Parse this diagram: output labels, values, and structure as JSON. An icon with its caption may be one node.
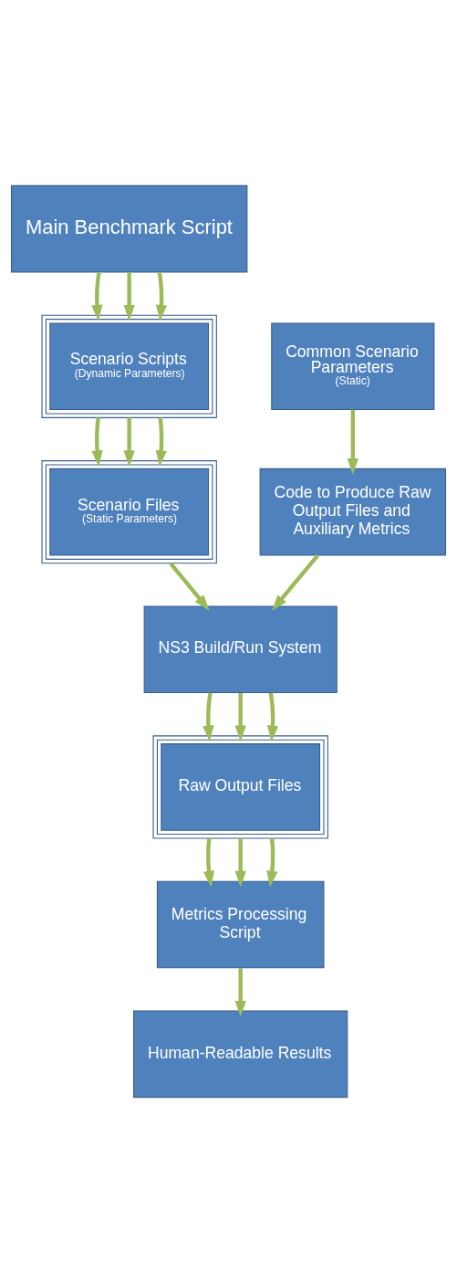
{
  "diagram": {
    "nodes": [
      {
        "text": [
          "Main Benchmark Script"
        ]
      },
      {
        "text": [
          "Common Scenario Parameters",
          "(Static)"
        ]
      },
      {
        "text": [
          "Scenario Scripts",
          "(Dynamic Parameters)"
        ]
      },
      {
        "text": [
          "Code to Produce Raw Output Files and Auxiliary Metrics"
        ]
      },
      {
        "text": [
          "Scenario Files",
          "(Static Parameters)"
        ]
      },
      {
        "text": [
          "NS3 Build/Run System"
        ]
      },
      {
        "text": [
          "Raw Output Files"
        ]
      },
      {
        "text": [
          "Metrics Processing Script"
        ]
      },
      {
        "text": [
          "Human-Readable Results"
        ]
      }
    ],
    "edges": [
      {
        "from": 0,
        "to": 2,
        "arrow": "to"
      },
      {
        "from": 0,
        "to": 2,
        "arrow": "to"
      },
      {
        "from": 0,
        "to": 2,
        "arrow": "to"
      },
      {
        "from": 1,
        "to": 3,
        "arrow": "to"
      },
      {
        "from": 2,
        "to": 4,
        "arrow": "to"
      },
      {
        "from": 2,
        "to": 4,
        "arrow": "to"
      },
      {
        "from": 2,
        "to": 4,
        "arrow": "to"
      },
      {
        "from": 3,
        "to": 5,
        "arrow": "to"
      },
      {
        "from": 4,
        "to": 5,
        "arrow": "to"
      },
      {
        "from": 5,
        "to": 6,
        "arrow": "to"
      },
      {
        "from": 5,
        "to": 6,
        "arrow": "to"
      },
      {
        "from": 5,
        "to": 6,
        "arrow": "to"
      },
      {
        "from": 6,
        "to": 7,
        "arrow": "to"
      },
      {
        "from": 6,
        "to": 7,
        "arrow": "to"
      },
      {
        "from": 6,
        "to": 7,
        "arrow": "to"
      },
      {
        "from": 7,
        "to": 8,
        "arrow": "to"
      }
    ]
  }
}
